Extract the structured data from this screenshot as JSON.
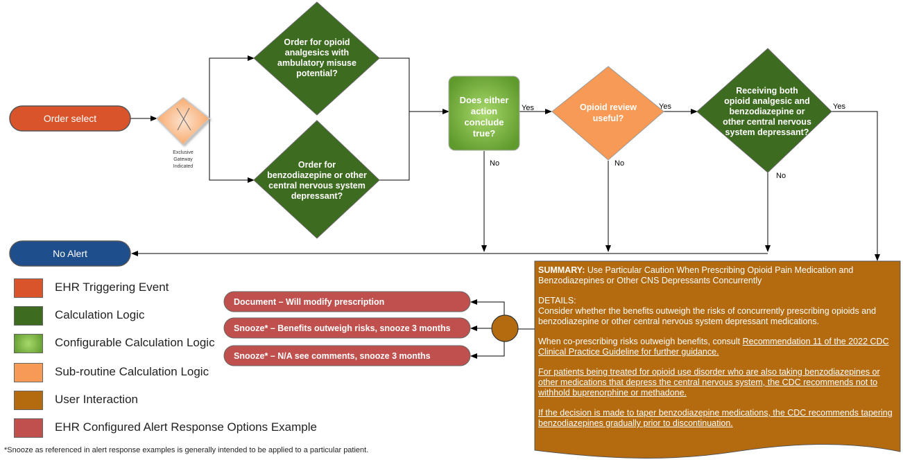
{
  "flow": {
    "start": "Order select",
    "gateway_caption_1": "Exclusive",
    "gateway_caption_2": "Gateway",
    "gateway_caption_3": "Indicated",
    "opioid_order": [
      "Order for opioid",
      "analgesics with",
      "ambulatory misuse",
      "potential?"
    ],
    "benzo_order": [
      "Order for",
      "benzodiazepine or other",
      "central nervous system",
      "depressant?"
    ],
    "either_action": [
      "Does either",
      "action",
      "conclude",
      "true?"
    ],
    "opioid_review": [
      "Opioid review",
      "useful?"
    ],
    "receiving_both": [
      "Receiving both",
      "opioid analgesic and",
      "benzodiazepine or",
      "other central nervous",
      "system depressant?"
    ],
    "yes_label": "Yes",
    "no_label": "No",
    "no_alert": "No Alert"
  },
  "responses": {
    "document": "Document – Will modify prescription",
    "snooze_benefits": "Snooze* – Benefits outweigh risks, snooze 3 months",
    "snooze_na": "Snooze* – N/A see comments, snooze 3 months"
  },
  "summary": {
    "summary_label": "SUMMARY:",
    "summary_text": "Use Particular Caution When Prescribing Opioid Pain Medication and Benzodiazepines or Other CNS Depressants Concurrently",
    "details_label": "DETAILS:",
    "details_text": "Consider whether the benefits outweigh the risks of concurrently prescribing opioids and benzodiazepine or other central nervous system depressant medications.",
    "consult_prefix": "When co-prescribing risks outweigh benefits, consult ",
    "consult_link": "Recommendation 11 of the 2022 CDC Clinical Practice Guideline for further guidance.",
    "oud_text": "For patients being treated for opioid use disorder who are also taking benzodiazepines or other medications that depress the central nervous system, the CDC recommends not to withhold buprenorphine or methadone.",
    "taper_text": "If the decision is made to taper benzodiazepine medications, the CDC recommends tapering benzodiazepines gradually prior to discontinuation."
  },
  "legend": {
    "items": [
      {
        "label": "EHR Triggering Event",
        "color": "#d9542b"
      },
      {
        "label": "Calculation Logic",
        "color": "#3d6b1f"
      },
      {
        "label": "Configurable Calculation Logic",
        "color": "#7fb03a"
      },
      {
        "label": "Sub-routine Calculation Logic",
        "color": "#f79a55"
      },
      {
        "label": "User Interaction",
        "color": "#b46a0e"
      },
      {
        "label": "EHR Configured Alert Response Options Example",
        "color": "#c0504d"
      }
    ]
  },
  "footnote": "*Snooze as referenced in alert response examples is generally intended to be applied to a particular patient.",
  "colors": {
    "trigger": "#d9542b",
    "calc": "#3d6b1f",
    "configurable": "#6cbf3a",
    "subroutine": "#f79a55",
    "user": "#b46a0e",
    "response": "#c0504d",
    "no_alert": "#1f4e8c",
    "summary": "#b46a0e"
  }
}
